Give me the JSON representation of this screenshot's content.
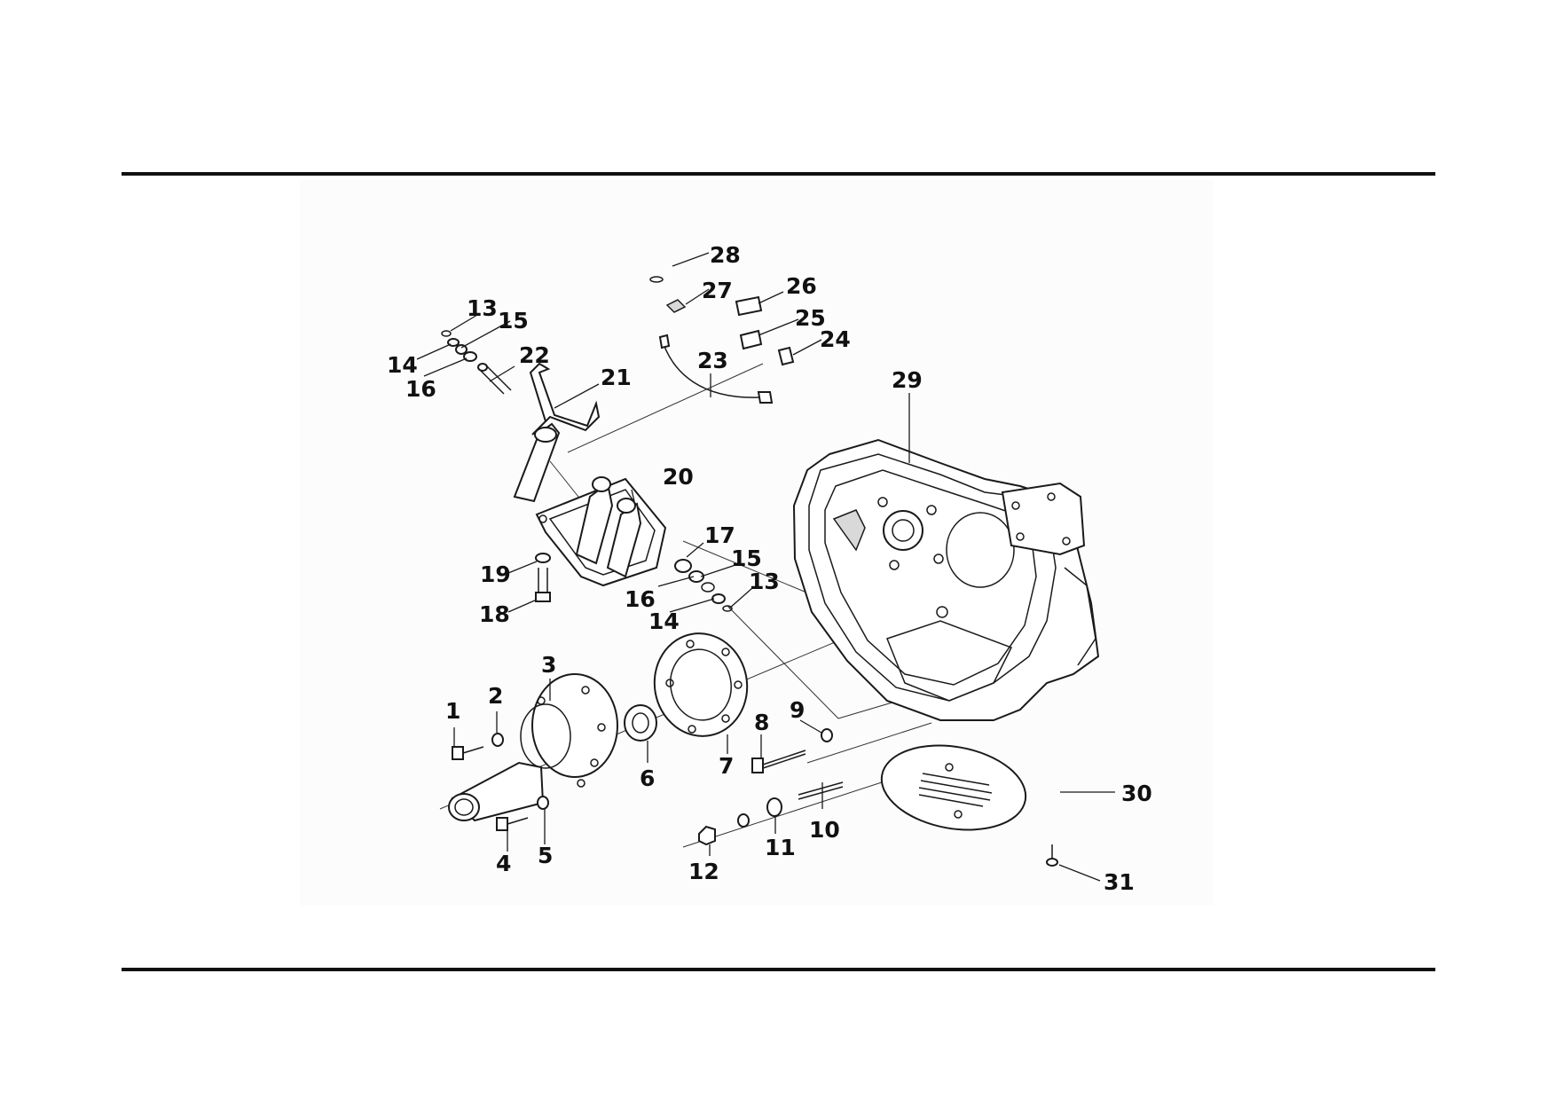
{
  "callouts": [
    {
      "id": "1",
      "text": "1"
    },
    {
      "id": "2",
      "text": "2"
    },
    {
      "id": "3",
      "text": "3"
    },
    {
      "id": "4",
      "text": "4"
    },
    {
      "id": "5",
      "text": "5"
    },
    {
      "id": "6",
      "text": "6"
    },
    {
      "id": "7",
      "text": "7"
    },
    {
      "id": "8",
      "text": "8"
    },
    {
      "id": "9",
      "text": "9"
    },
    {
      "id": "10",
      "text": "10"
    },
    {
      "id": "11",
      "text": "11"
    },
    {
      "id": "12",
      "text": "12"
    },
    {
      "id": "13a",
      "text": "13"
    },
    {
      "id": "13b",
      "text": "13"
    },
    {
      "id": "14a",
      "text": "14"
    },
    {
      "id": "14b",
      "text": "14"
    },
    {
      "id": "15a",
      "text": "15"
    },
    {
      "id": "15b",
      "text": "15"
    },
    {
      "id": "16a",
      "text": "16"
    },
    {
      "id": "16b",
      "text": "16"
    },
    {
      "id": "17",
      "text": "17"
    },
    {
      "id": "18",
      "text": "18"
    },
    {
      "id": "19",
      "text": "19"
    },
    {
      "id": "20",
      "text": "20"
    },
    {
      "id": "21",
      "text": "21"
    },
    {
      "id": "22",
      "text": "22"
    },
    {
      "id": "23",
      "text": "23"
    },
    {
      "id": "24",
      "text": "24"
    },
    {
      "id": "25",
      "text": "25"
    },
    {
      "id": "26",
      "text": "26"
    },
    {
      "id": "27",
      "text": "27"
    },
    {
      "id": "28",
      "text": "28"
    },
    {
      "id": "29",
      "text": "29"
    },
    {
      "id": "30",
      "text": "30"
    },
    {
      "id": "31",
      "text": "31"
    }
  ]
}
